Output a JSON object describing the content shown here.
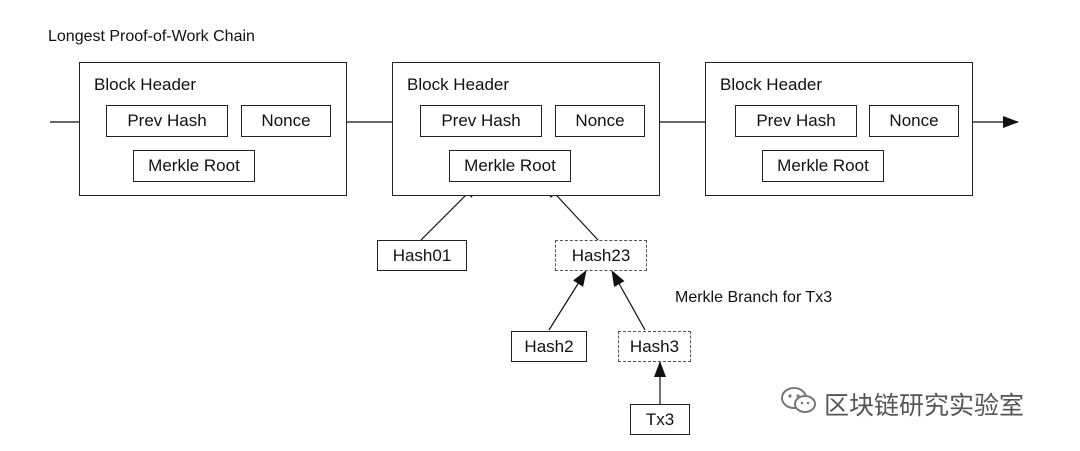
{
  "title": "Longest Proof-of-Work Chain",
  "blocks": [
    {
      "header_label": "Block Header",
      "prev_hash": "Prev Hash",
      "nonce": "Nonce",
      "merkle_root": "Merkle Root"
    },
    {
      "header_label": "Block Header",
      "prev_hash": "Prev Hash",
      "nonce": "Nonce",
      "merkle_root": "Merkle Root"
    },
    {
      "header_label": "Block Header",
      "prev_hash": "Prev Hash",
      "nonce": "Nonce",
      "merkle_root": "Merkle Root"
    }
  ],
  "merkle": {
    "hash01": "Hash01",
    "hash23": "Hash23",
    "hash2": "Hash2",
    "hash3": "Hash3",
    "tx3": "Tx3",
    "branch_label": "Merkle Branch for Tx3"
  },
  "watermark": {
    "text": "区块链研究实验室",
    "icon": "wechat-icon"
  }
}
